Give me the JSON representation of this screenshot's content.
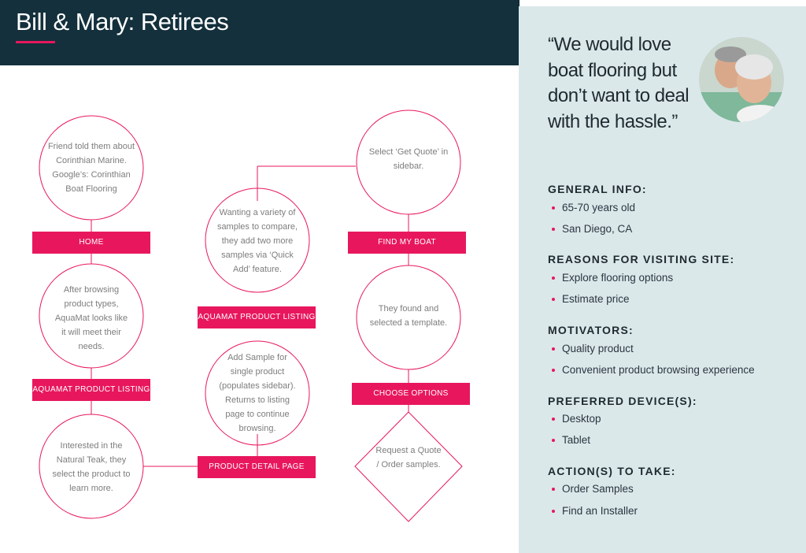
{
  "header": {
    "title": "Bill & Mary: Retirees"
  },
  "persona": {
    "quote": "“We would love boat flooring but don’t want to deal with the hassle.”",
    "sections": [
      {
        "heading": "GENERAL INFO:",
        "items": [
          "65-70 years old",
          "San Diego, CA"
        ]
      },
      {
        "heading": "REASONS FOR VISITING SITE:",
        "items": [
          "Explore flooring options",
          "Estimate price"
        ]
      },
      {
        "heading": "MOTIVATORS:",
        "items": [
          "Quality product",
          "Convenient product browsing experience"
        ]
      },
      {
        "heading": "PREFERRED DEVICE(S):",
        "items": [
          "Desktop",
          "Tablet"
        ]
      },
      {
        "heading": "ACTION(S) TO TAKE:",
        "items": [
          "Order Samples",
          "Find an Installer"
        ]
      }
    ]
  },
  "flow": {
    "nodes": {
      "friend": "Friend told them about Corinthian Marine. Google’s: Corinthian Boat Flooring",
      "browsing": "After browsing product types, AquaMat looks like it will meet their needs.",
      "teak": "Interested in the Natural Teak, they select the product to learn more.",
      "variety": "Wanting a variety of samples to compare, they add two more samples via ‘Quick Add’ feature.",
      "add_sample": "Add Sample for single product (populates sidebar). Returns to listing page to continue browsing.",
      "get_quote": "Select ‘Get Quote’ in sidebar.",
      "template": "They found and selected a template.",
      "request": "Request a Quote / Order samples."
    },
    "tags": {
      "home": "HOME",
      "aquamat_left": "AQUAMAT PRODUCT LISTING",
      "aquamat_mid": "AQUAMAT PRODUCT LISTING",
      "product_detail": "PRODUCT DETAIL PAGE",
      "find_boat": "FIND MY BOAT",
      "choose_options": "CHOOSE OPTIONS"
    }
  },
  "colors": {
    "accent": "#e8175d",
    "header_bg": "#13303c",
    "panel_bg": "#dbe8ea"
  }
}
